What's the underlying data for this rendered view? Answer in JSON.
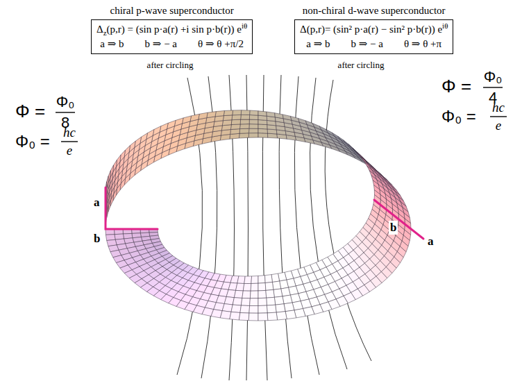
{
  "diagram": {
    "nodes": [
      {
        "text": [
          "chiral p-wave superconductor",
          "Δ",
          "z",
          "(p,r) = (sin p·a(r) +i sin p·b(r)) e",
          "iθ",
          "a ⇒ b",
          "b ⇒ − a",
          "θ ⇒ θ +π/2"
        ]
      },
      {
        "text": [
          "non-chiral d-wave superconductor",
          "Δ(p,r)= (sin² p·a(r) − sin² p·b(r)) e",
          "iθ",
          "a ⇒ b",
          "b ⇒ − a",
          "θ ⇒ θ +π"
        ]
      }
    ],
    "labels": [
      "after circling",
      "after circling",
      "Φ =",
      "Φ₀",
      "8",
      "Φ₀ =",
      "hc",
      "e",
      "Φ =",
      "Φ₀",
      "4",
      "Φ₀ =",
      "hc",
      "e",
      "a",
      "b",
      "a",
      "b"
    ]
  }
}
